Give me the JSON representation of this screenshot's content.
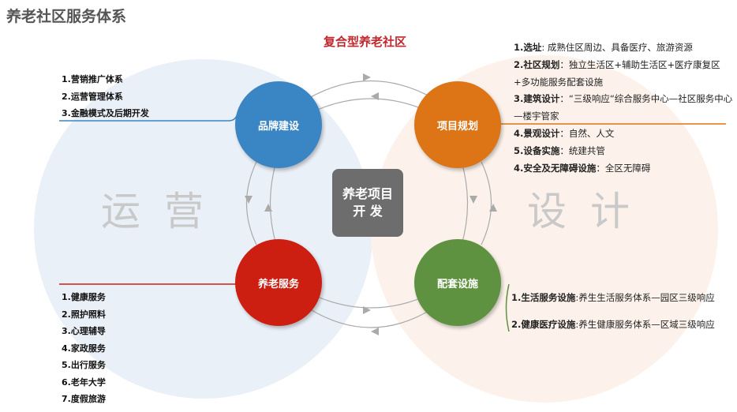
{
  "title": "养老社区服务体系",
  "subtitle": "复合型养老社区",
  "left_big": "运营",
  "right_big": "设计",
  "center": {
    "line1": "养老项目",
    "line2": "开 发"
  },
  "nodes": {
    "brand": "品牌建设",
    "planning": "项目规划",
    "elderly": "养老服务",
    "facilities": "配套设施"
  },
  "colors": {
    "brand": "#3a86c4",
    "planning": "#dd7416",
    "elderly": "#cc1f12",
    "facilities": "#5f9240"
  },
  "brand_list": [
    "1.营销推广体系",
    "2.运营管理体系",
    "3.金融模式及后期开发"
  ],
  "elderly_list": [
    "1.健康服务",
    "2.照护照料",
    "3.心理辅导",
    "4.家政服务",
    "5.出行服务",
    "6.老年大学",
    "7.度假旅游"
  ],
  "planning_list": [
    {
      "k": "1.选址",
      "v": ": 成熟住区周边、具备医疗、旅游资源"
    },
    {
      "k": "2.社区规划",
      "v": "：独立生活区+辅助生活区+医疗康复区+多功能服务配套设施"
    },
    {
      "k": "3.建筑设计",
      "v": "：“三级响应“综合服务中心—社区服务中心—楼宇管家"
    },
    {
      "k": "4.景观设计",
      "v": "：自然、人文"
    },
    {
      "k": "5.设备实施",
      "v": "：统建共管"
    },
    {
      "k": "4.安全及无障碍设施",
      "v": "：全区无障碍"
    }
  ],
  "facilities_list": [
    {
      "k": "1.生活服务设施",
      "v": ":养生生活服务体系—园区三级响应"
    },
    {
      "k": "2.健康医疗设施",
      "v": ":养生健康服务体系—区域三级响应"
    }
  ]
}
